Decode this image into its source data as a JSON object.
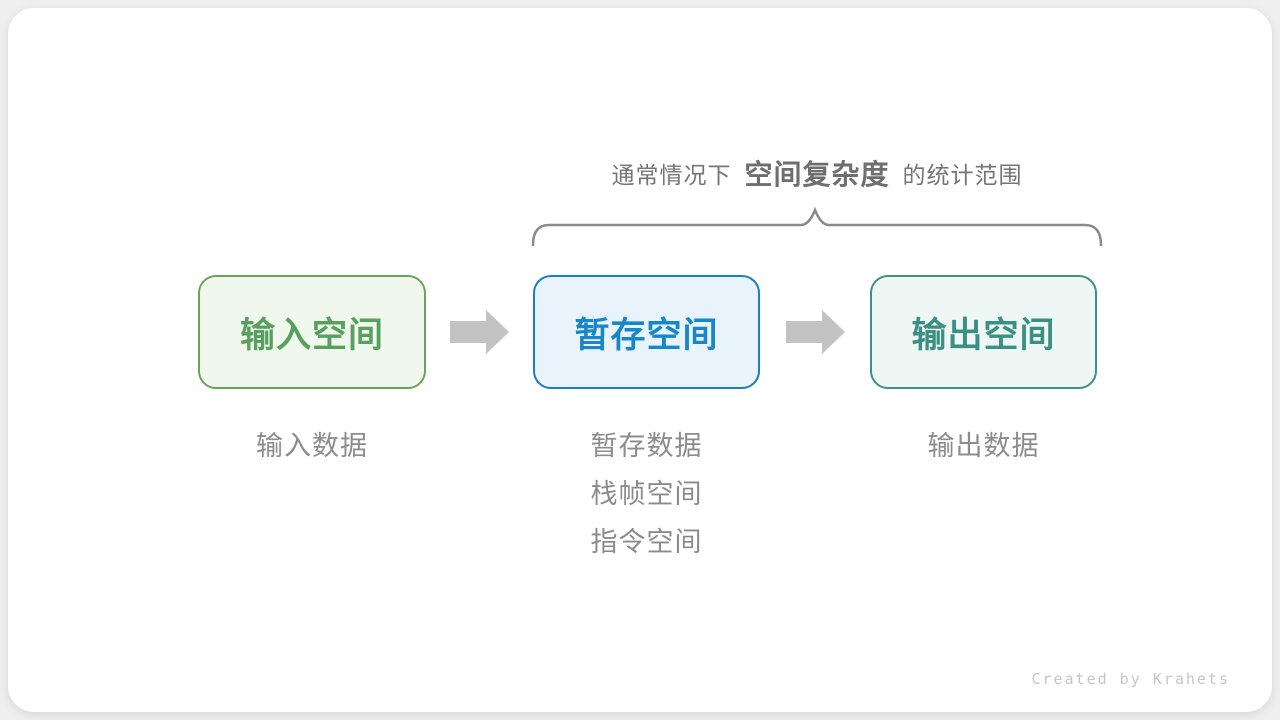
{
  "title": {
    "prefix": "通常情况下",
    "highlight": "空间复杂度",
    "suffix": "的统计范围"
  },
  "flow": {
    "boxes": [
      {
        "label": "输入空间",
        "text_color": "#58a05f",
        "border_color": "#69a559",
        "bg_color": "#f0f7ec"
      },
      {
        "label": "暂存空间",
        "text_color": "#1787c9",
        "border_color": "#1b7ec2",
        "bg_color": "#e9f3fc"
      },
      {
        "label": "输出空间",
        "text_color": "#3b9083",
        "border_color": "#41917f",
        "bg_color": "#eef7f3"
      }
    ],
    "arrow_color": "#c3c3c3"
  },
  "captions": {
    "input": "输入数据",
    "temp": [
      "暂存数据",
      "栈帧空间",
      "指令空间"
    ],
    "output": "输出数据"
  },
  "brace_color": "#8a8a8a",
  "credit": "Created by Krahets"
}
